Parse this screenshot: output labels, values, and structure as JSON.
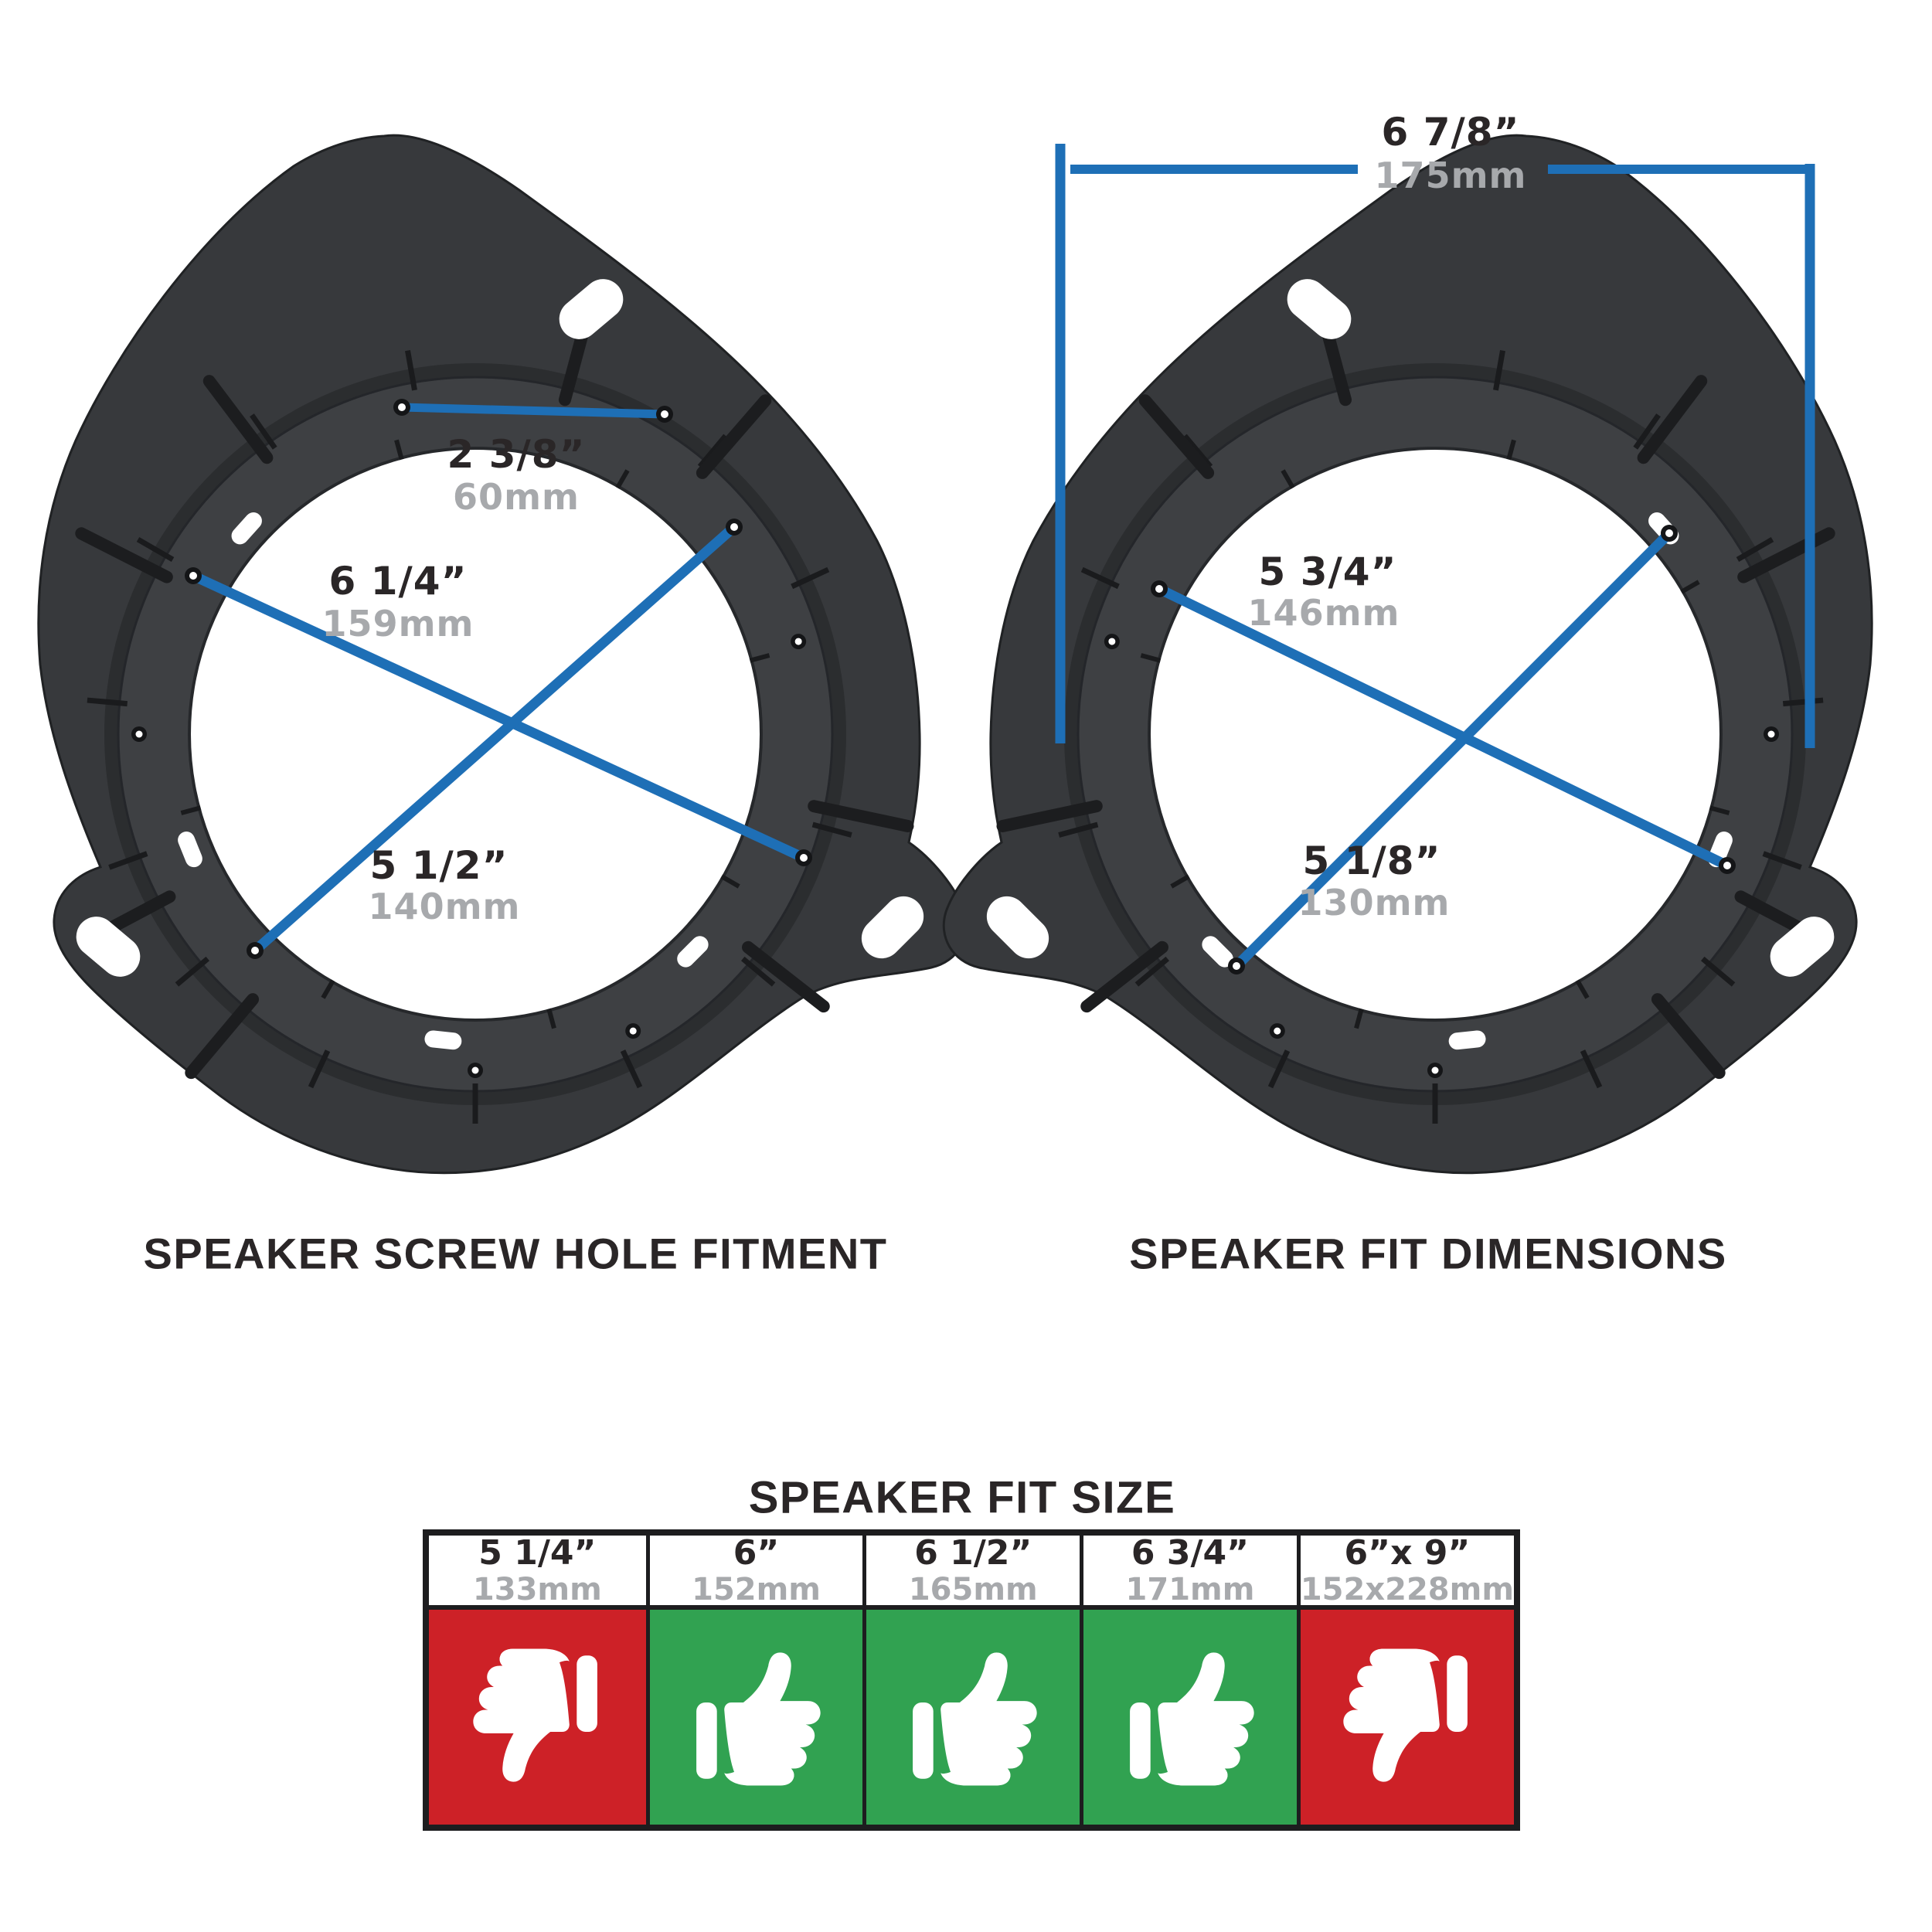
{
  "colors": {
    "accent_blue": "#1e6fb6",
    "plate_dark": "#37393c",
    "collar": "#3e4043",
    "red": "#cd2127",
    "green": "#31a251",
    "text_dark": "#2a2627",
    "text_gray": "#a7a9ac",
    "border_dark": "#1d1d1f"
  },
  "left_diagram": {
    "caption": "SPEAKER SCREW HOLE FITMENT",
    "measurements": [
      {
        "inches": "2 3/8”",
        "mm": "60mm"
      },
      {
        "inches": "6 1/4”",
        "mm": "159mm"
      },
      {
        "inches": "5 1/2”",
        "mm": "140mm"
      }
    ]
  },
  "right_diagram": {
    "caption": "SPEAKER FIT DIMENSIONS",
    "measurements": [
      {
        "inches": "6 7/8”",
        "mm": "175mm"
      },
      {
        "inches": "5 3/4”",
        "mm": "146mm"
      },
      {
        "inches": "5 1/8”",
        "mm": "130mm"
      }
    ]
  },
  "fit_table": {
    "title": "SPEAKER FIT SIZE",
    "columns": [
      {
        "inches": "5 1/4”",
        "mm": "133mm",
        "fit": "no"
      },
      {
        "inches": "6”",
        "mm": "152mm",
        "fit": "yes"
      },
      {
        "inches": "6 1/2”",
        "mm": "165mm",
        "fit": "yes"
      },
      {
        "inches": "6 3/4”",
        "mm": "171mm",
        "fit": "yes"
      },
      {
        "inches": "6”x 9”",
        "mm": "152x228mm",
        "fit": "no"
      }
    ]
  }
}
